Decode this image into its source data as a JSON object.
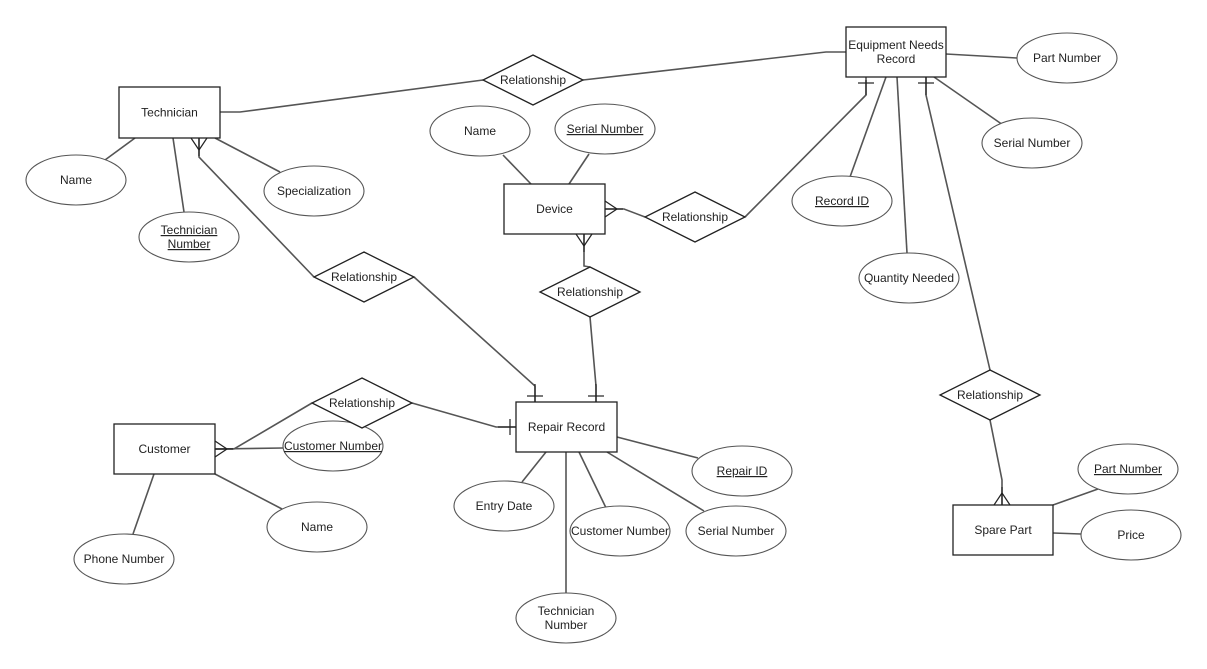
{
  "diagram": {
    "type": "er-diagram",
    "entities": [
      {
        "id": "technician",
        "label": "Technician"
      },
      {
        "id": "device",
        "label": "Device"
      },
      {
        "id": "equipment-needs-record",
        "label": "Equipment Needs Record"
      },
      {
        "id": "repair-record",
        "label": "Repair Record"
      },
      {
        "id": "customer",
        "label": "Customer"
      },
      {
        "id": "spare-part",
        "label": "Spare Part"
      }
    ],
    "attributes": [
      {
        "id": "tech-name",
        "entity": "technician",
        "label": "Name",
        "key": false
      },
      {
        "id": "tech-number",
        "entity": "technician",
        "label": "Technician Number",
        "key": true
      },
      {
        "id": "tech-specialization",
        "entity": "technician",
        "label": "Specialization",
        "key": false
      },
      {
        "id": "device-name",
        "entity": "device",
        "label": "Name",
        "key": false
      },
      {
        "id": "device-serial",
        "entity": "device",
        "label": "Serial Number",
        "key": true
      },
      {
        "id": "enr-part-number",
        "entity": "equipment-needs-record",
        "label": "Part Number",
        "key": false
      },
      {
        "id": "enr-serial",
        "entity": "equipment-needs-record",
        "label": "Serial Number",
        "key": false
      },
      {
        "id": "enr-record-id",
        "entity": "equipment-needs-record",
        "label": "Record ID",
        "key": true
      },
      {
        "id": "enr-quantity",
        "entity": "equipment-needs-record",
        "label": "Quantity Needed",
        "key": false
      },
      {
        "id": "cust-number",
        "entity": "customer",
        "label": "Customer Number",
        "key": true
      },
      {
        "id": "cust-phone",
        "entity": "customer",
        "label": "Phone Number",
        "key": false
      },
      {
        "id": "cust-name",
        "entity": "customer",
        "label": "Name",
        "key": false
      },
      {
        "id": "rr-entry-date",
        "entity": "repair-record",
        "label": "Entry Date",
        "key": false
      },
      {
        "id": "rr-customer-number",
        "entity": "repair-record",
        "label": "Customer Number",
        "key": false
      },
      {
        "id": "rr-technician-number",
        "entity": "repair-record",
        "label": "Technician Number",
        "key": false
      },
      {
        "id": "rr-serial",
        "entity": "repair-record",
        "label": "Serial Number",
        "key": false
      },
      {
        "id": "rr-repair-id",
        "entity": "repair-record",
        "label": "Repair ID",
        "key": true
      },
      {
        "id": "sp-part-number",
        "entity": "spare-part",
        "label": "Part Number",
        "key": true
      },
      {
        "id": "sp-price",
        "entity": "spare-part",
        "label": "Price",
        "key": false
      }
    ],
    "relationships": [
      {
        "id": "rel-tech-enr",
        "label": "Relationship",
        "from": "technician",
        "to": "equipment-needs-record",
        "from_card": "none",
        "to_card": "none"
      },
      {
        "id": "rel-device-enr",
        "label": "Relationship",
        "from": "device",
        "to": "equipment-needs-record",
        "from_card": "many",
        "to_card": "one"
      },
      {
        "id": "rel-tech-rr",
        "label": "Relationship",
        "from": "technician",
        "to": "repair-record",
        "from_card": "many",
        "to_card": "one"
      },
      {
        "id": "rel-device-rr",
        "label": "Relationship",
        "from": "device",
        "to": "repair-record",
        "from_card": "many",
        "to_card": "one"
      },
      {
        "id": "rel-cust-rr",
        "label": "Relationship",
        "from": "customer",
        "to": "repair-record",
        "from_card": "many",
        "to_card": "one"
      },
      {
        "id": "rel-enr-sp",
        "label": "Relationship",
        "from": "equipment-needs-record",
        "to": "spare-part",
        "from_card": "one",
        "to_card": "many"
      }
    ]
  }
}
